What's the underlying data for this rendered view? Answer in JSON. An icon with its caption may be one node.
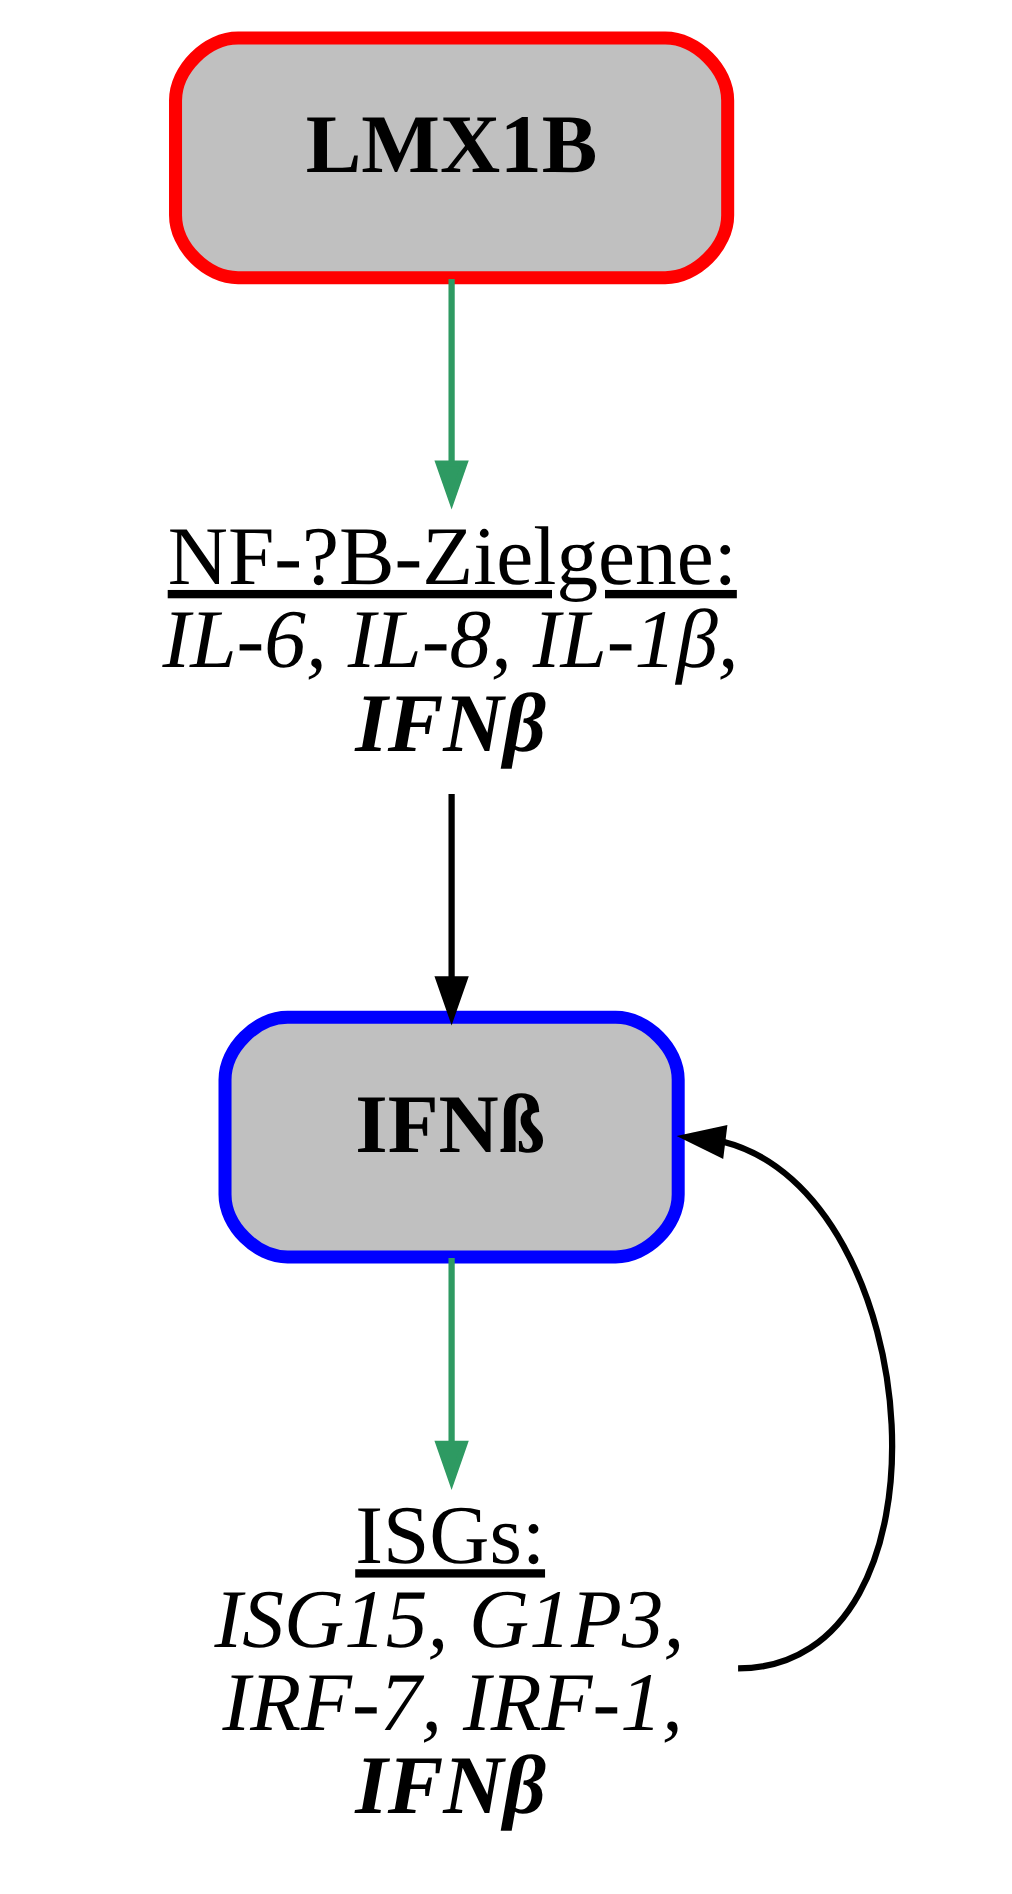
{
  "diagram": {
    "nodes": [
      {
        "text": [
          "LMX1B"
        ]
      },
      {
        "text": [
          "NF-?B-Zielgene:",
          "IL-6, IL-8, IL-1β,",
          "IFNβ"
        ]
      },
      {
        "text": [
          "IFNß"
        ]
      },
      {
        "text": [
          "ISGs:",
          "ISG15, G1P3, IRF-7, IRF-1,",
          "IFNβ"
        ]
      }
    ],
    "edges": [
      {
        "from": 0,
        "to": 1,
        "arrow": "to",
        "color": "#2e9a62"
      },
      {
        "from": 1,
        "to": 2,
        "arrow": "to",
        "color": "#000000"
      },
      {
        "from": 2,
        "to": 3,
        "arrow": "to",
        "color": "#2e9a62"
      },
      {
        "from": 3,
        "to": 2,
        "arrow": "to",
        "color": "#000000"
      }
    ]
  }
}
